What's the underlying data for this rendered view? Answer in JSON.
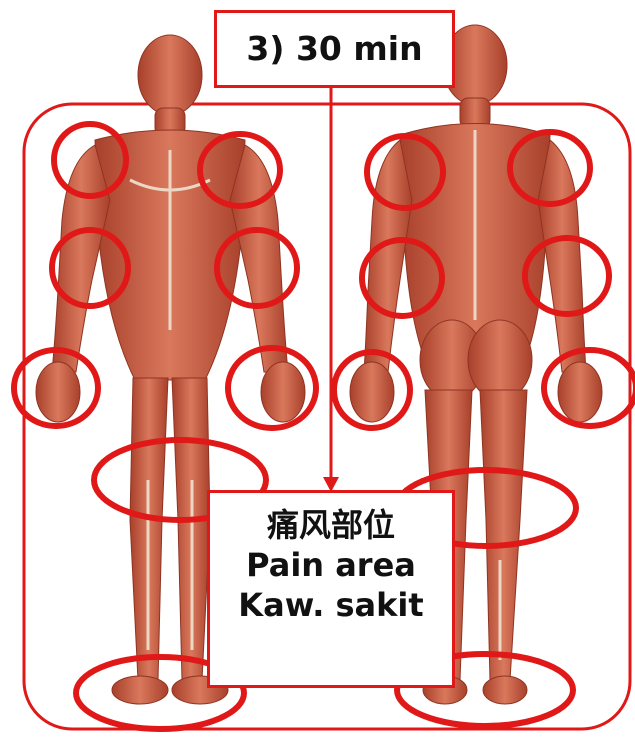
{
  "labels": {
    "duration": "3) 30 min",
    "pain_area_zh": "痛风部位",
    "pain_area_en": "Pain area",
    "pain_area_ms": "Kaw. sakit"
  },
  "colors": {
    "marker": "#e01818",
    "muscle_dark": "#b2452f",
    "muscle_mid": "#cf6a50",
    "tendon": "#ecd7c4"
  },
  "figures": [
    {
      "view": "front"
    },
    {
      "view": "back"
    }
  ],
  "markers": {
    "front": [
      "left-shoulder",
      "right-shoulder",
      "left-elbow",
      "right-elbow",
      "left-wrist",
      "right-wrist",
      "knees",
      "feet"
    ],
    "back": [
      "left-shoulder",
      "right-shoulder",
      "left-elbow",
      "right-elbow",
      "left-wrist",
      "right-wrist",
      "knees",
      "feet"
    ]
  }
}
